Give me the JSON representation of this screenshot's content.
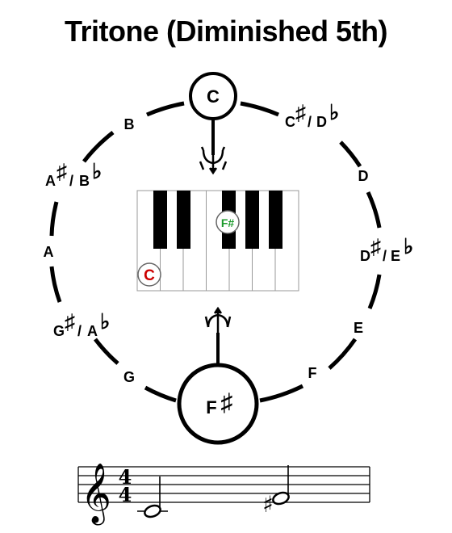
{
  "title": "Tritone (Diminished 5th)",
  "notes": {
    "top": "C",
    "c_sharp": "C",
    "c_sharp_flat": "D",
    "d": "D",
    "d_sharp": "D",
    "d_sharp_flat": "E",
    "e": "E",
    "f": "F",
    "bottom": "F",
    "g": "G",
    "g_sharp": "G",
    "g_sharp_flat": "A",
    "a": "A",
    "a_sharp": "A",
    "a_sharp_flat": "B",
    "b": "B"
  },
  "symbols": {
    "sharp": "♯",
    "flat": "♭",
    "slash": "/"
  },
  "keyboard": {
    "root_label": "C",
    "tritone_label": "F#"
  },
  "staff": {
    "time_top": "4",
    "time_bottom": "4",
    "clef": "𝄞",
    "accidental": "♯"
  },
  "colors": {
    "root": "#cc0000",
    "tritone": "#1a9a2a",
    "ink": "#000000"
  },
  "icons": {
    "arrow": "trident-icon"
  }
}
